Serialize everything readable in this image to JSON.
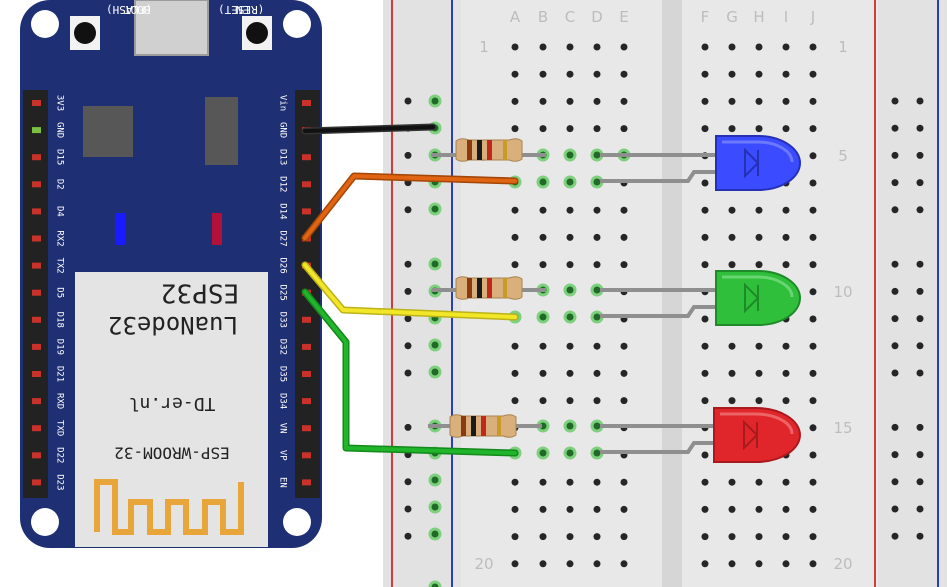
{
  "board": {
    "chip": "ESP32",
    "model": "LuaNode32",
    "vendor": "TD-er.nl",
    "module": "ESP-WROOM-32",
    "boot_label": "BOOT",
    "boot_sub": "(FLASH)",
    "en_label": "EN",
    "en_sub": "(RESET)",
    "left_pins": [
      "3V3",
      "GND",
      "D15",
      "D2",
      "D4",
      "RX2",
      "TX2",
      "D5",
      "D18",
      "D19",
      "D21",
      "RXD",
      "TXD",
      "D22",
      "D23"
    ],
    "right_pins": [
      "Vin",
      "GND",
      "D13",
      "D12",
      "D14",
      "D27",
      "D26",
      "D25",
      "D33",
      "D32",
      "D35",
      "D34",
      "VN",
      "VP",
      "EN"
    ],
    "colors": {
      "pcb": "#1f2f73",
      "pin_red": "#c8322a",
      "pin_green": "#7ac143",
      "btn_blue": "#1a1aff",
      "btn_red": "#b3103a"
    }
  },
  "breadboard": {
    "columns_left": [
      "A",
      "B",
      "C",
      "D",
      "E"
    ],
    "columns_right": [
      "F",
      "G",
      "H",
      "I",
      "J"
    ],
    "row_numbers": [
      "1",
      "5",
      "10",
      "15",
      "20"
    ]
  },
  "components": {
    "resistors": [
      "resistor-1",
      "resistor-2",
      "resistor-3"
    ],
    "leds": [
      {
        "name": "blue-led",
        "color": "#3b4bff"
      },
      {
        "name": "green-led",
        "color": "#2fbf3a"
      },
      {
        "name": "red-led",
        "color": "#e0262a"
      }
    ],
    "wires": [
      {
        "name": "wire-gnd",
        "color": "#111111"
      },
      {
        "name": "wire-d27",
        "color": "#e06412"
      },
      {
        "name": "wire-d26",
        "color": "#f2e629"
      },
      {
        "name": "wire-d25",
        "color": "#20b52a"
      }
    ]
  }
}
